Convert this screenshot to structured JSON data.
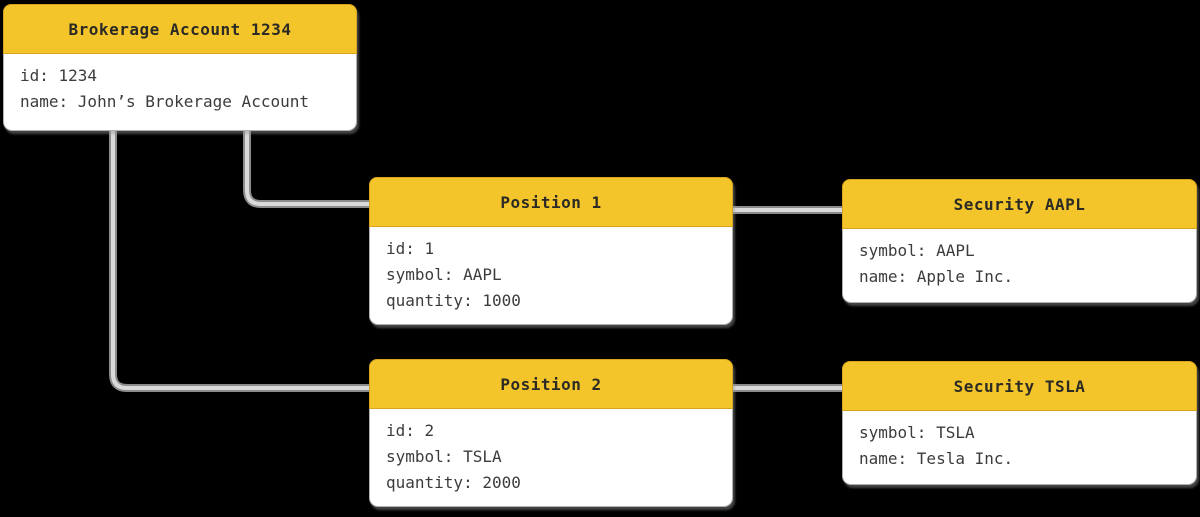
{
  "colors": {
    "background": "#000000",
    "header_fill": "#F3C52B",
    "header_border": "#D9A51E",
    "node_border": "#B0B0B0",
    "body_fill": "#FFFFFF",
    "title_color": "#2B2A24",
    "text_color": "#3C3C3C",
    "connector_outer": "#8C8C8C",
    "connector_inner": "#DADADA"
  },
  "nodes": {
    "account": {
      "title": "Brokerage Account 1234",
      "fields": [
        "id: 1234",
        "name: John’s Brokerage Account"
      ]
    },
    "position1": {
      "title": "Position 1",
      "fields": [
        "id: 1",
        "symbol: AAPL",
        "quantity: 1000"
      ]
    },
    "security_aapl": {
      "title": "Security AAPL",
      "fields": [
        "symbol: AAPL",
        "name: Apple Inc."
      ]
    },
    "position2": {
      "title": "Position 2",
      "fields": [
        "id: 2",
        "symbol: TSLA",
        "quantity: 2000"
      ]
    },
    "security_tsla": {
      "title": "Security TSLA",
      "fields": [
        "symbol: TSLA",
        "name: Tesla Inc."
      ]
    }
  },
  "edges": [
    {
      "from": "account",
      "to": "position1"
    },
    {
      "from": "account",
      "to": "position2"
    },
    {
      "from": "position1",
      "to": "security_aapl"
    },
    {
      "from": "position2",
      "to": "security_tsla"
    }
  ]
}
